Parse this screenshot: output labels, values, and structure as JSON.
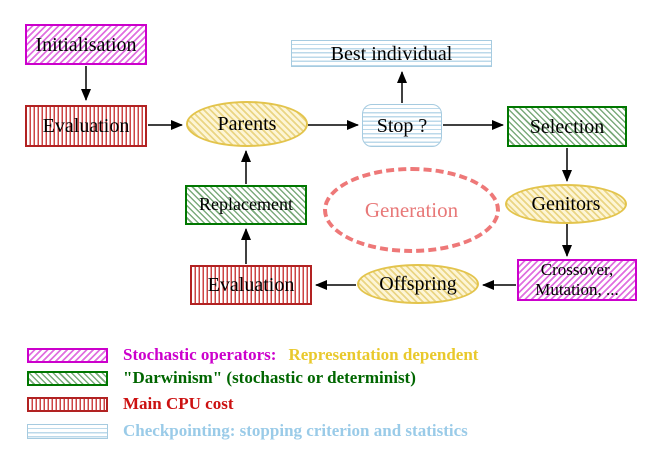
{
  "nodes": {
    "initialisation": "Initialisation",
    "evaluation_top": "Evaluation",
    "parents": "Parents",
    "best_individual": "Best individual",
    "stop": "Stop ?",
    "selection": "Selection",
    "genitors": "Genitors",
    "crossover_line1": "Crossover,",
    "crossover_line2": "Mutation, ...",
    "offspring": "Offspring",
    "evaluation_bottom": "Evaluation",
    "replacement": "Replacement",
    "generation": "Generation"
  },
  "legend": {
    "rows": [
      {
        "swatch": "magenta-diagonal-hatch",
        "label": "Stochastic operators:",
        "label_extra": "Representation dependent"
      },
      {
        "swatch": "green-diagonal-hatch",
        "label": "\"Darwinism\" (stochastic or determinist)"
      },
      {
        "swatch": "red-vertical-stripes",
        "label": "Main CPU cost"
      },
      {
        "swatch": "cyan-horizontal-stripes",
        "label": "Checkpointing: stopping criterion and statistics"
      }
    ]
  },
  "colors": {
    "magenta_border": "#cc00cc",
    "magenta_hatch": "#e070e0",
    "green_border": "#007700",
    "green_hatch": "#7cab7c",
    "red_border": "#b22222",
    "red_stripe": "#cc4444",
    "cyan_border": "#a6cbe0",
    "cyan_stripe": "#bcd9ea",
    "yellow_border": "#e3c44c",
    "yellow_fill": "#fdf5d5",
    "salmon_dashed": "#ee7878",
    "legend_gold_text": "#e9c92c",
    "legend_green_text": "#006600",
    "legend_red_text": "#cc1111",
    "legend_cyan_text": "#9acbe8",
    "arrow": "#000000"
  }
}
